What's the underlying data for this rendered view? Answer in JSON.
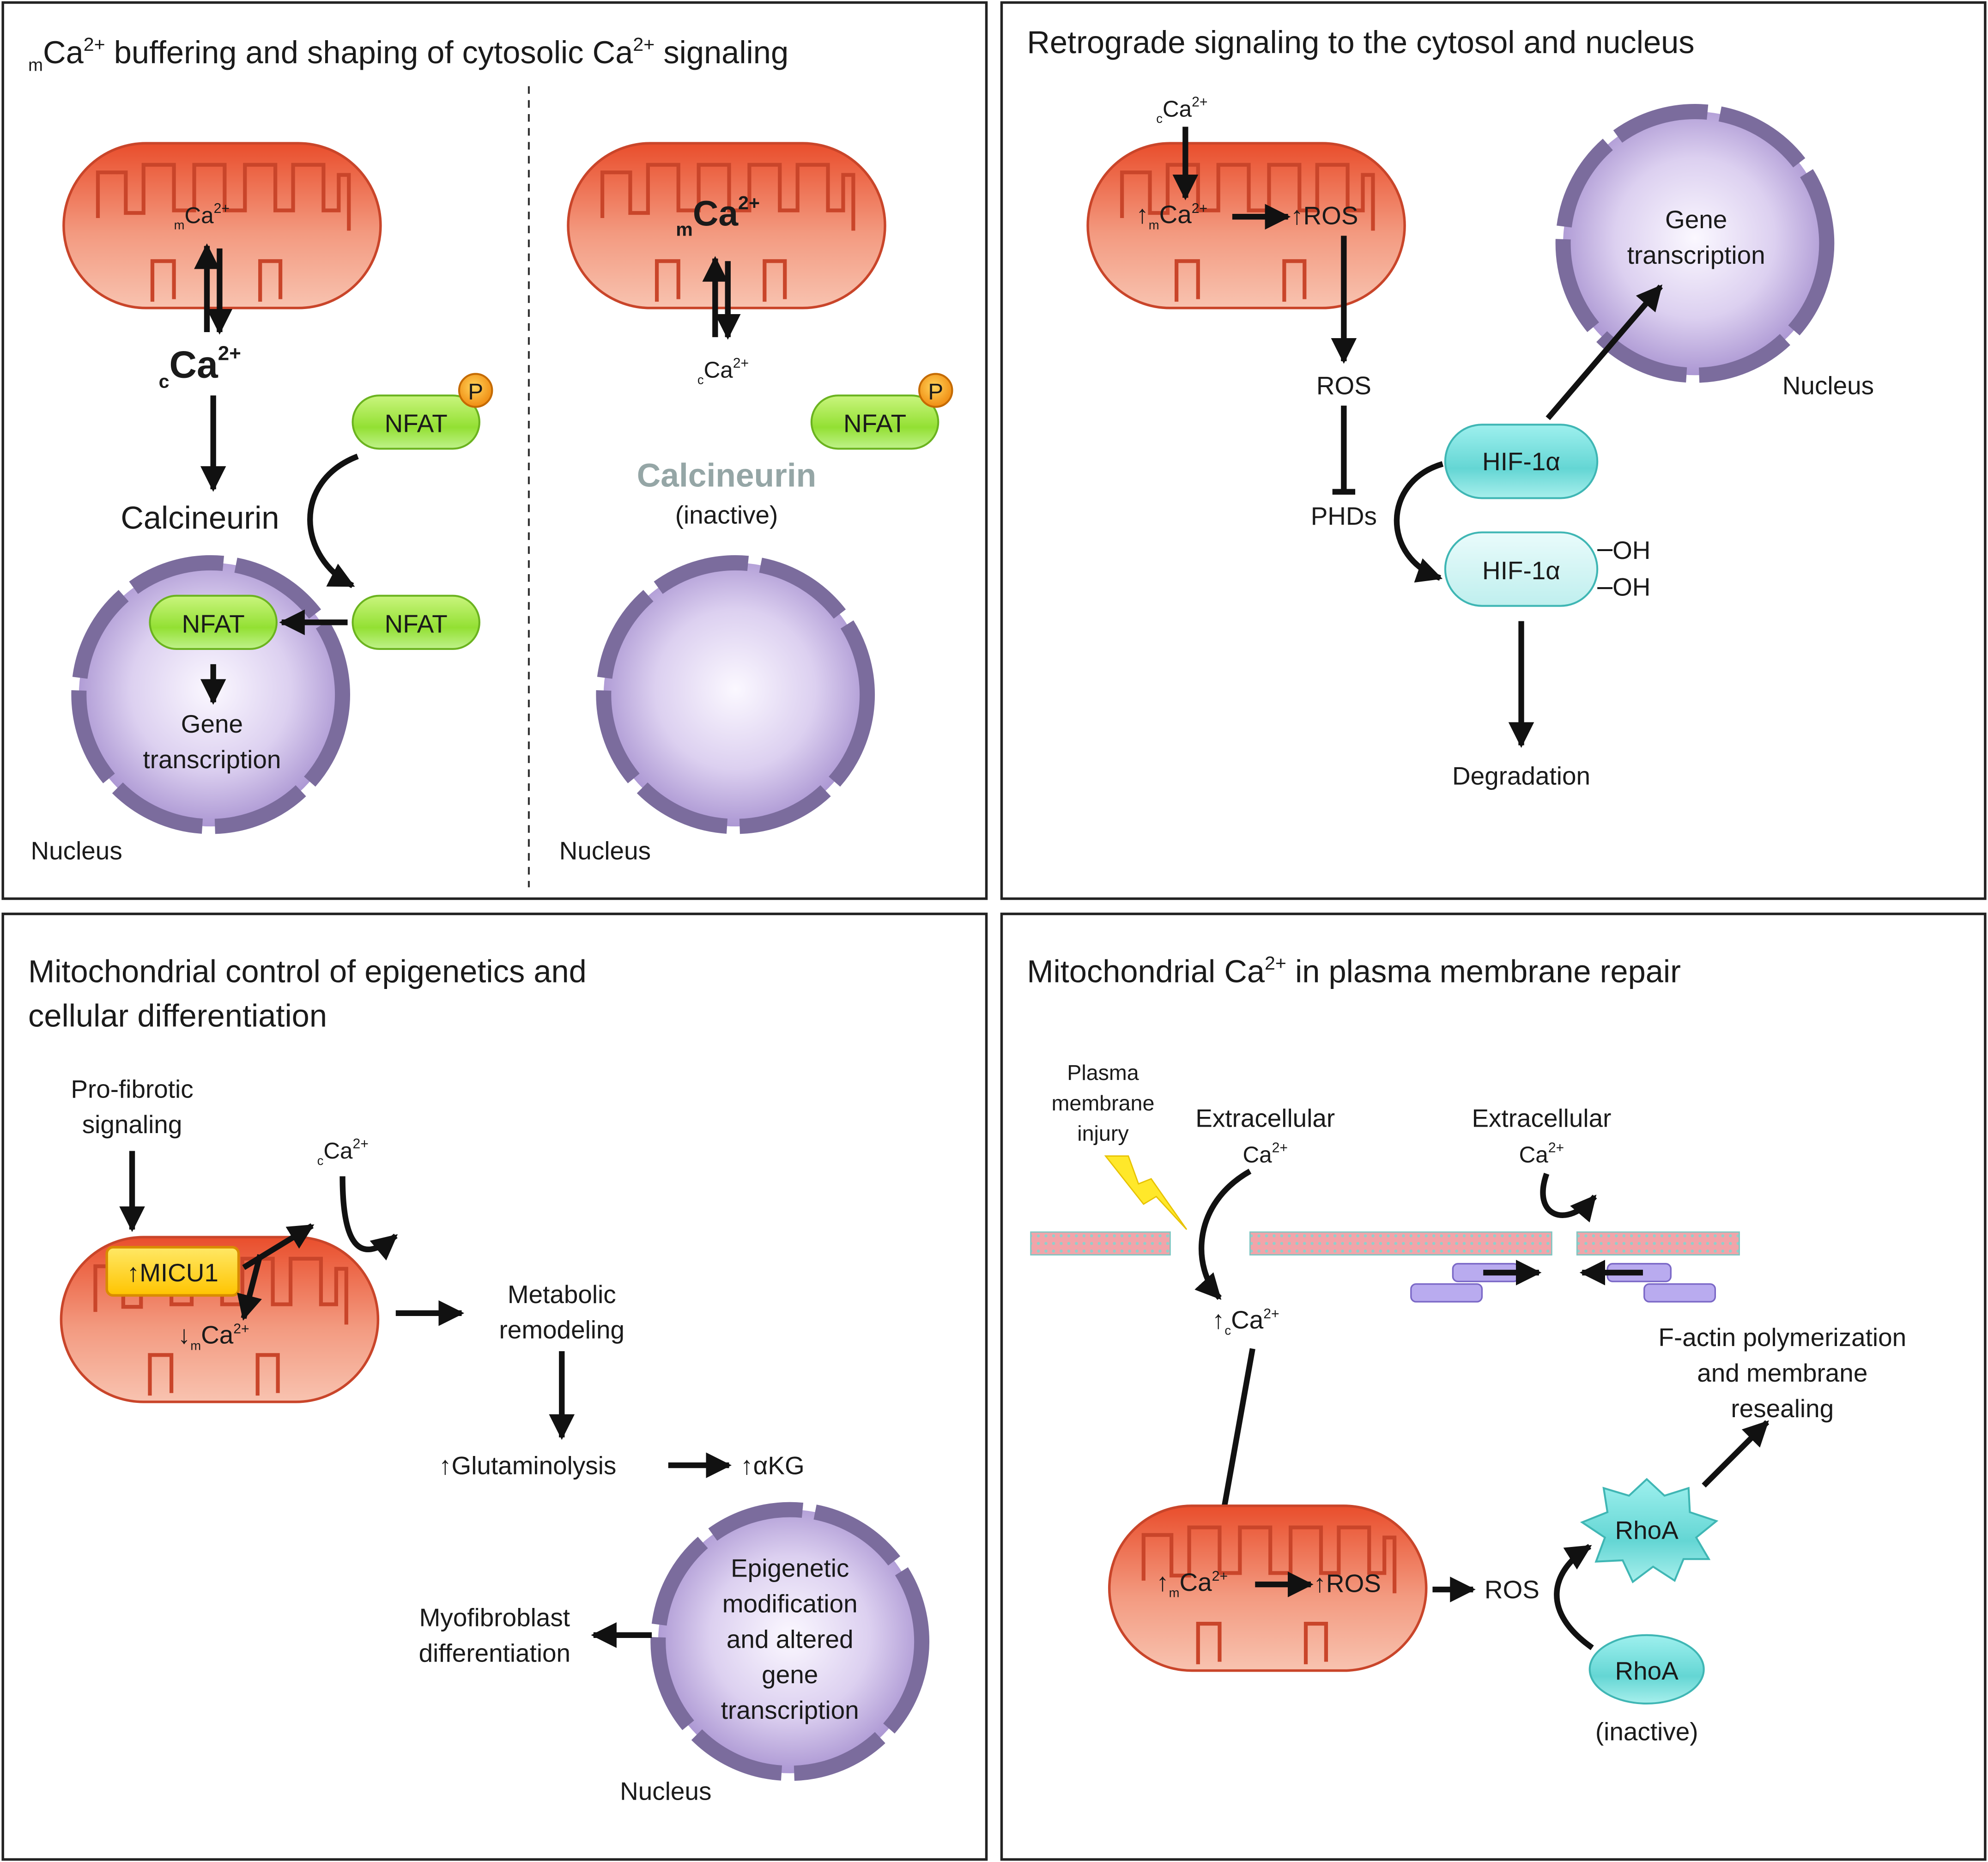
{
  "colors": {
    "mito_light": "#f7c1ac",
    "mito_dark": "#e0492b",
    "nucleus_light": "#fbf8ff",
    "nucleus_dark": "#a58fcf",
    "envelope": "#7b6c9d",
    "nfat": "#93e033",
    "hif": "#7fdcdc",
    "micu": "#ffd21a",
    "membrane": "#f2a4a9",
    "calcineurin_inactive": "#95a6a6",
    "lightning": "#ffe82a"
  },
  "panels": {
    "p1": {
      "title_prefix": "m",
      "title_ca": "Ca",
      "title_ca_sup": "2+",
      "title_mid": " buffering and shaping of cytosolic Ca",
      "title_end_sup": "2+",
      "title_end": " signaling",
      "left": {
        "mca_sub": "m",
        "mca": "Ca",
        "mca_sup": "2+",
        "cca_sub": "c",
        "cca": "Ca",
        "cca_sup": "2+",
        "calcineurin": "Calcineurin",
        "nfat_top": "NFAT",
        "phospho": "P",
        "nfat_mid": "NFAT",
        "nfat_nuc": "NFAT",
        "gene_1": "Gene",
        "gene_2": "transcription",
        "nucleus": "Nucleus"
      },
      "right": {
        "mca_sub": "m",
        "mca": "Ca",
        "mca_sup": "2+",
        "cca_sub": "c",
        "cca": "Ca",
        "cca_sup": "2+",
        "nfat": "NFAT",
        "phospho": "P",
        "calcineurin": "Calcineurin",
        "inactive": "(inactive)",
        "nucleus": "Nucleus"
      }
    },
    "p2": {
      "title": "Retrograde signaling to the cytosol and nucleus",
      "cca_sub": "c",
      "cca": "Ca",
      "cca_sup": "2+",
      "up_m": "↑",
      "m_sub": "m",
      "mca": "Ca",
      "mca_sup": "2+",
      "up_ros": "↑ROS",
      "ros": "ROS",
      "phds": "PHDs",
      "hif_1": "HIF-1α",
      "hif_2": "HIF-1α",
      "oh_1": "OH",
      "oh_2": "OH",
      "degradation": "Degradation",
      "gene_1": "Gene",
      "gene_2": "transcription",
      "nucleus": "Nucleus"
    },
    "p3": {
      "title_1": "Mitochondrial control of epigenetics and",
      "title_2": "cellular differentiation",
      "profib_1": "Pro-fibrotic",
      "profib_2": "signaling",
      "micu1": "↑MICU1",
      "cca_sub": "c",
      "cca": "Ca",
      "cca_sup": "2+",
      "down_m": "↓",
      "m_sub": "m",
      "mca": "Ca",
      "mca_sup": "2+",
      "metab_1": "Metabolic",
      "metab_2": "remodeling",
      "glut": "↑Glutaminolysis",
      "akg": "↑αKG",
      "epi_1": "Epigenetic",
      "epi_2": "modification",
      "epi_3": "and altered",
      "epi_4": "gene",
      "epi_5": "transcription",
      "myo_1": "Myofibroblast",
      "myo_2": "differentiation",
      "nucleus": "Nucleus"
    },
    "p4": {
      "title_pre": "Mitochondrial Ca",
      "title_sup": "2+",
      "title_post": " in plasma membrane repair",
      "injury_1": "Plasma",
      "injury_2": "membrane",
      "injury_3": "injury",
      "extra_1a": "Extracellular",
      "extra_1b": "Ca",
      "extra_1b_sup": "2+",
      "extra_2a": "Extracellular",
      "extra_2b": "Ca",
      "extra_2b_sup": "2+",
      "up_c": "↑",
      "c_sub": "c",
      "cca": "Ca",
      "cca_sup": "2+",
      "up_m": "↑",
      "m_sub": "m",
      "mca": "Ca",
      "mca_sup": "2+",
      "up_ros": "↑ROS",
      "ros": "ROS",
      "rhoa_active": "RhoA",
      "rhoa_inactive": "RhoA",
      "inactive": "(inactive)",
      "factin_1": "F-actin polymerization",
      "factin_2": "and membrane",
      "factin_3": "resealing"
    }
  }
}
